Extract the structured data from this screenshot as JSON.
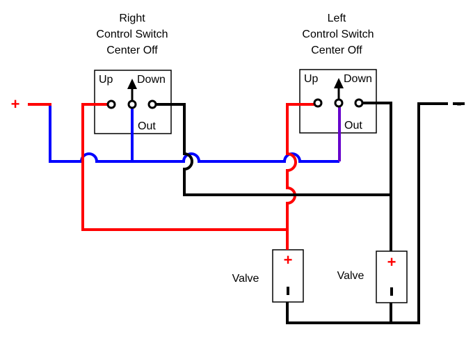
{
  "right_switch": {
    "title_line1": "Right",
    "title_line2": "Control Switch",
    "title_line3": "Center Off",
    "up_label": "Up",
    "down_label": "Down",
    "out_label": "Out"
  },
  "left_switch": {
    "title_line1": "Left",
    "title_line2": "Control Switch",
    "title_line3": "Center Off",
    "up_label": "Up",
    "down_label": "Down",
    "out_label": "Out"
  },
  "valve_left": {
    "label": "Valve",
    "symbol": "+",
    "terminal_symbol": "-"
  },
  "valve_right": {
    "label": "Valve",
    "symbol": "+",
    "terminal_symbol": "-"
  },
  "supply": {
    "positive_symbol": "+",
    "negative_symbol": "-"
  },
  "colors": {
    "positive_wire": "#ff0000",
    "common_wire": "#0000ff",
    "out_wire": "#6600cc",
    "negative_wire": "#000000"
  }
}
